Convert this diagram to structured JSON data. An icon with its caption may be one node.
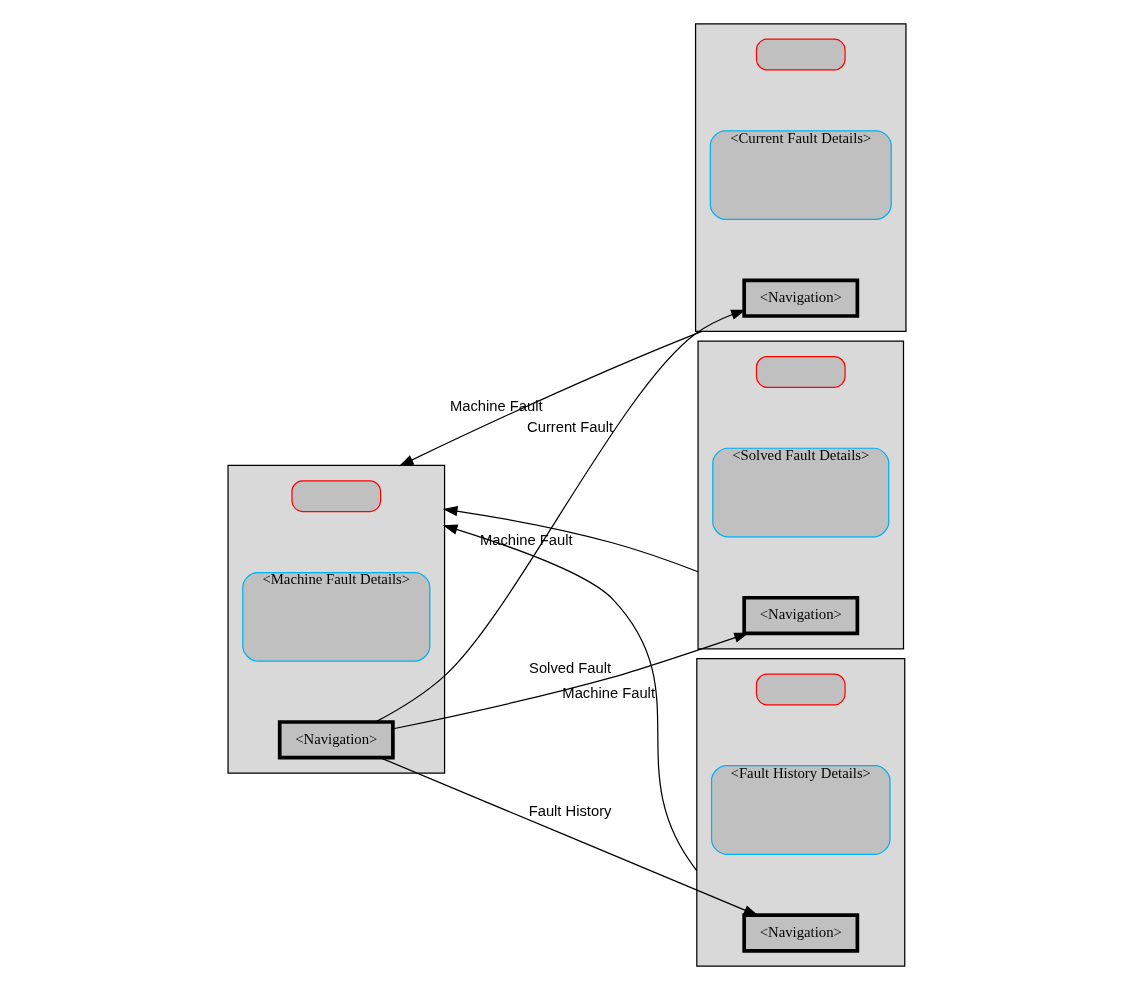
{
  "diagram": {
    "nodes": [
      {
        "text": [],
        "shape": "box"
      },
      {
        "text": [],
        "shape": "box",
        "in": 0
      },
      {
        "text": [
          "<Machine Fault Details>"
        ],
        "in": 0
      },
      {
        "text": [
          "<Navigation>"
        ],
        "in": 0
      },
      {
        "text": [],
        "shape": "box"
      },
      {
        "text": [],
        "shape": "box",
        "in": 4
      },
      {
        "text": [
          "<Current Fault Details>"
        ],
        "in": 4
      },
      {
        "text": [
          "<Navigation>"
        ],
        "in": 4
      },
      {
        "text": [],
        "shape": "box"
      },
      {
        "text": [],
        "shape": "box",
        "in": 8
      },
      {
        "text": [
          "<Solved Fault Details>"
        ],
        "in": 8
      },
      {
        "text": [
          "<Navigation>"
        ],
        "in": 8
      },
      {
        "text": [],
        "shape": "box"
      },
      {
        "text": [],
        "shape": "box",
        "in": 12
      },
      {
        "text": [
          "<Fault History Details>"
        ],
        "in": 12
      },
      {
        "text": [
          "<Navigation>"
        ],
        "in": 12
      }
    ],
    "edges": [
      {
        "from": 8,
        "to": 0,
        "arrow": "to",
        "label": "Machine Fault"
      },
      {
        "from": 4,
        "to": 0,
        "arrow": "to",
        "label": "Machine Fault"
      },
      {
        "from": 3,
        "to": 7,
        "arrow": "to",
        "label": "Current Fault"
      },
      {
        "from": 3,
        "to": 11,
        "arrow": "to",
        "label": "Solved Fault"
      },
      {
        "from": 3,
        "to": 15,
        "arrow": "to",
        "label": "Fault History"
      },
      {
        "from": 12,
        "to": 0,
        "arrow": "to",
        "label": "Machine Fault"
      }
    ]
  }
}
